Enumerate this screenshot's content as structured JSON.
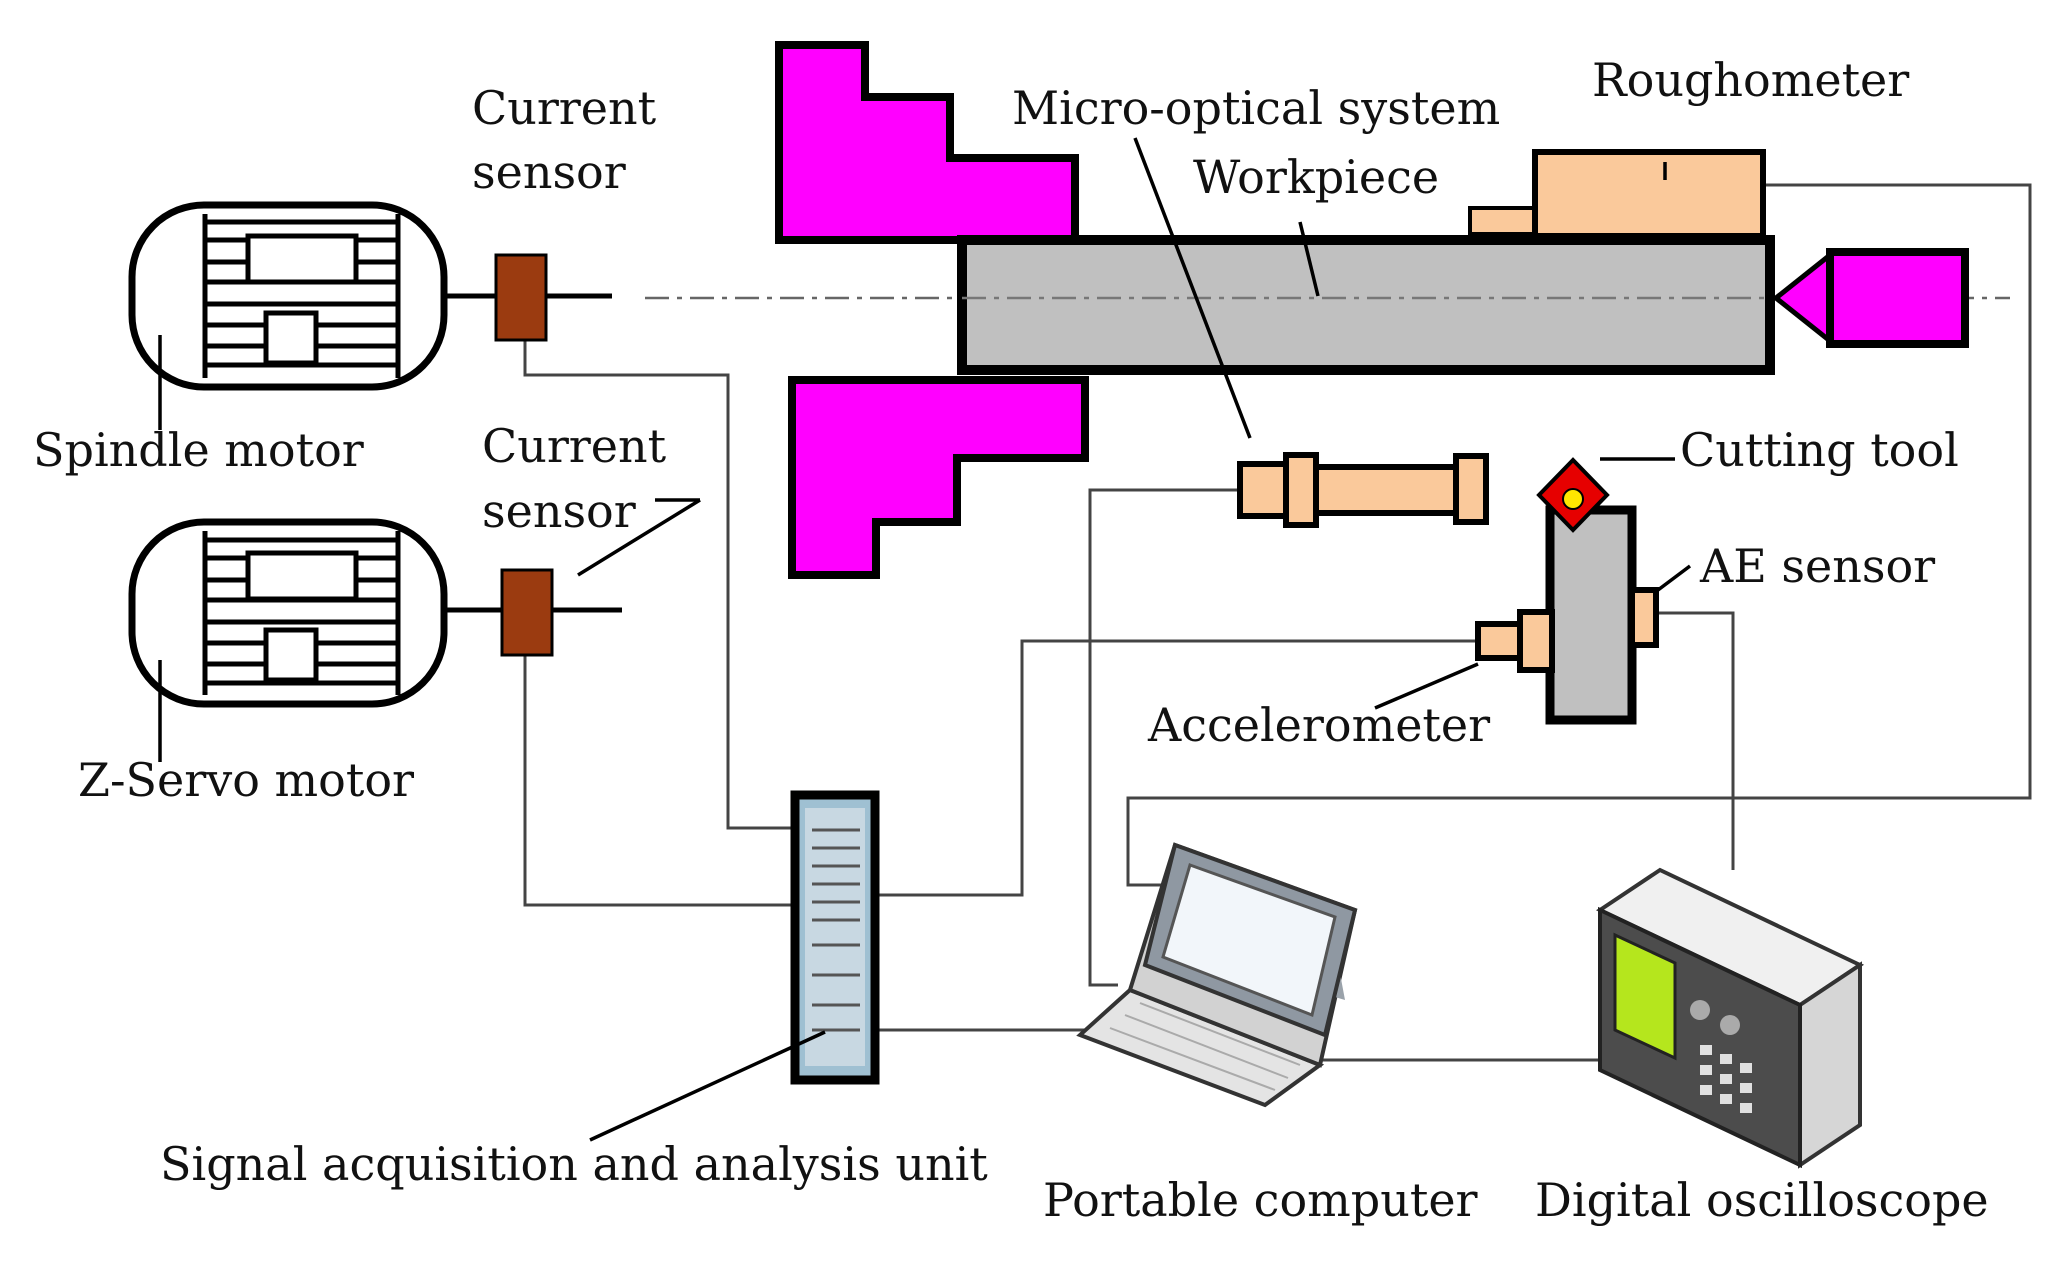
{
  "labels": {
    "current_sensor_top": [
      "Current",
      "sensor"
    ],
    "current_sensor_bottom": [
      "Current",
      "sensor"
    ],
    "spindle_motor": "Spindle motor",
    "z_servo_motor": "Z-Servo motor",
    "micro_optical_system": "Micro-optical system",
    "workpiece": "Workpiece",
    "roughometer": "Roughometer",
    "cutting_tool": "Cutting tool",
    "ae_sensor": "AE sensor",
    "accelerometer": "Accelerometer",
    "signal_unit": "Signal acquisition and analysis unit",
    "portable_computer": "Portable computer",
    "digital_oscilloscope": "Digital oscilloscope"
  },
  "colors": {
    "chuck": "#ff00ff",
    "sensor_body": "#fac99b",
    "current_sensor": "#9b3b10",
    "workpiece": "#c0c0c0",
    "tool_tip": "#e60000",
    "screen_oscilloscope": "#b5e61d"
  }
}
